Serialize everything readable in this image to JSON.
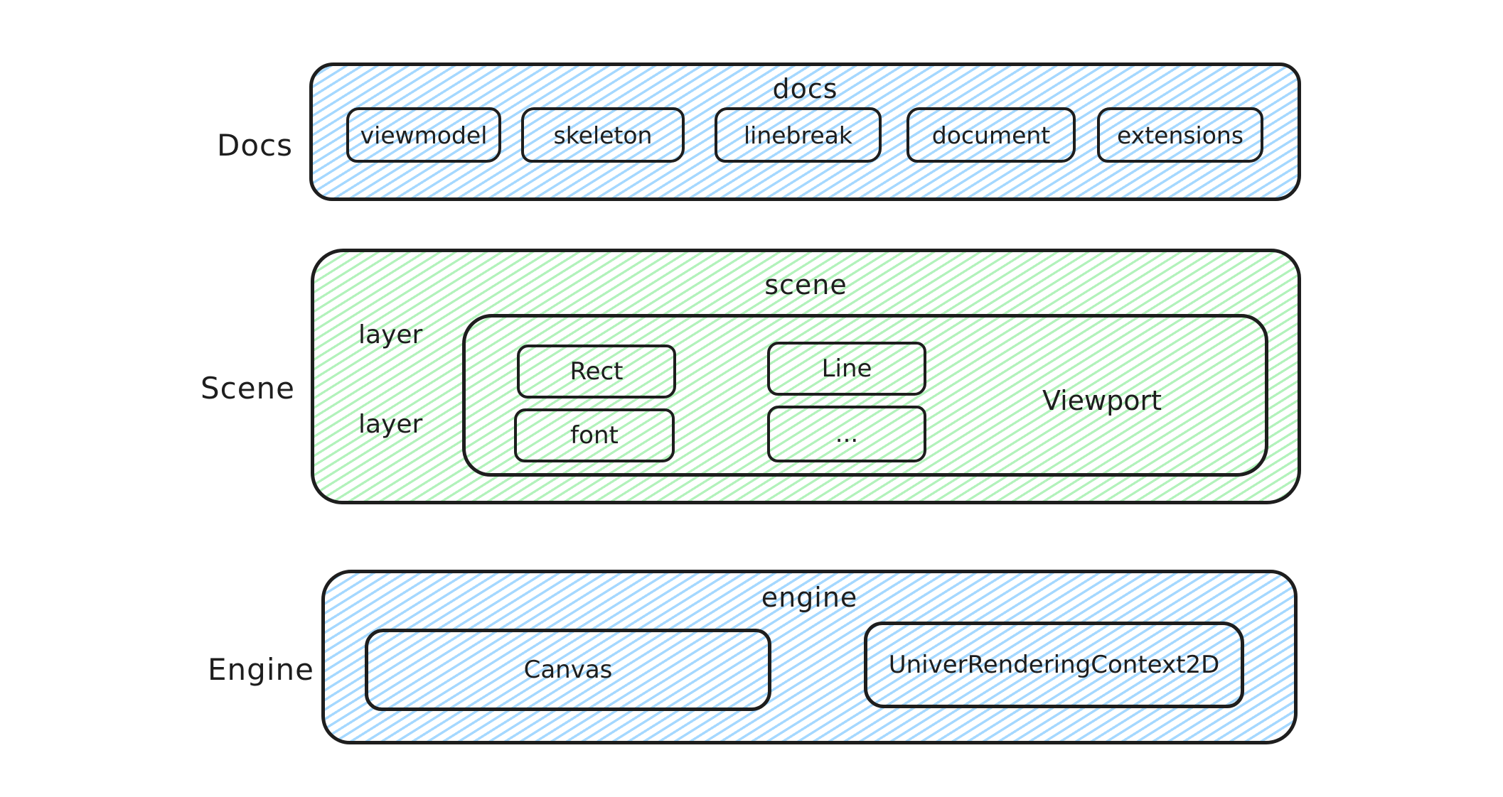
{
  "colors": {
    "background": "#ffffff",
    "stroke": "#1e1e1e",
    "text": "#1e1e1e",
    "blue_hatch": "#a5d8ff",
    "green_hatch": "#b2f2bb"
  },
  "docs_row": {
    "side_label": "Docs",
    "group_title": "docs",
    "modules": [
      "viewmodel",
      "skeleton",
      "linebreak",
      "document",
      "extensions"
    ]
  },
  "scene_row": {
    "side_label": "Scene",
    "group_title": "scene",
    "layer_labels": [
      "layer",
      "layer"
    ],
    "shapes": {
      "rect": "Rect",
      "line": "Line",
      "font": "font",
      "ellipsis": "..."
    },
    "viewport_label": "Viewport"
  },
  "engine_row": {
    "side_label": "Engine",
    "group_title": "engine",
    "canvas_label": "Canvas",
    "context_label": "UniverRenderingContext2D"
  }
}
